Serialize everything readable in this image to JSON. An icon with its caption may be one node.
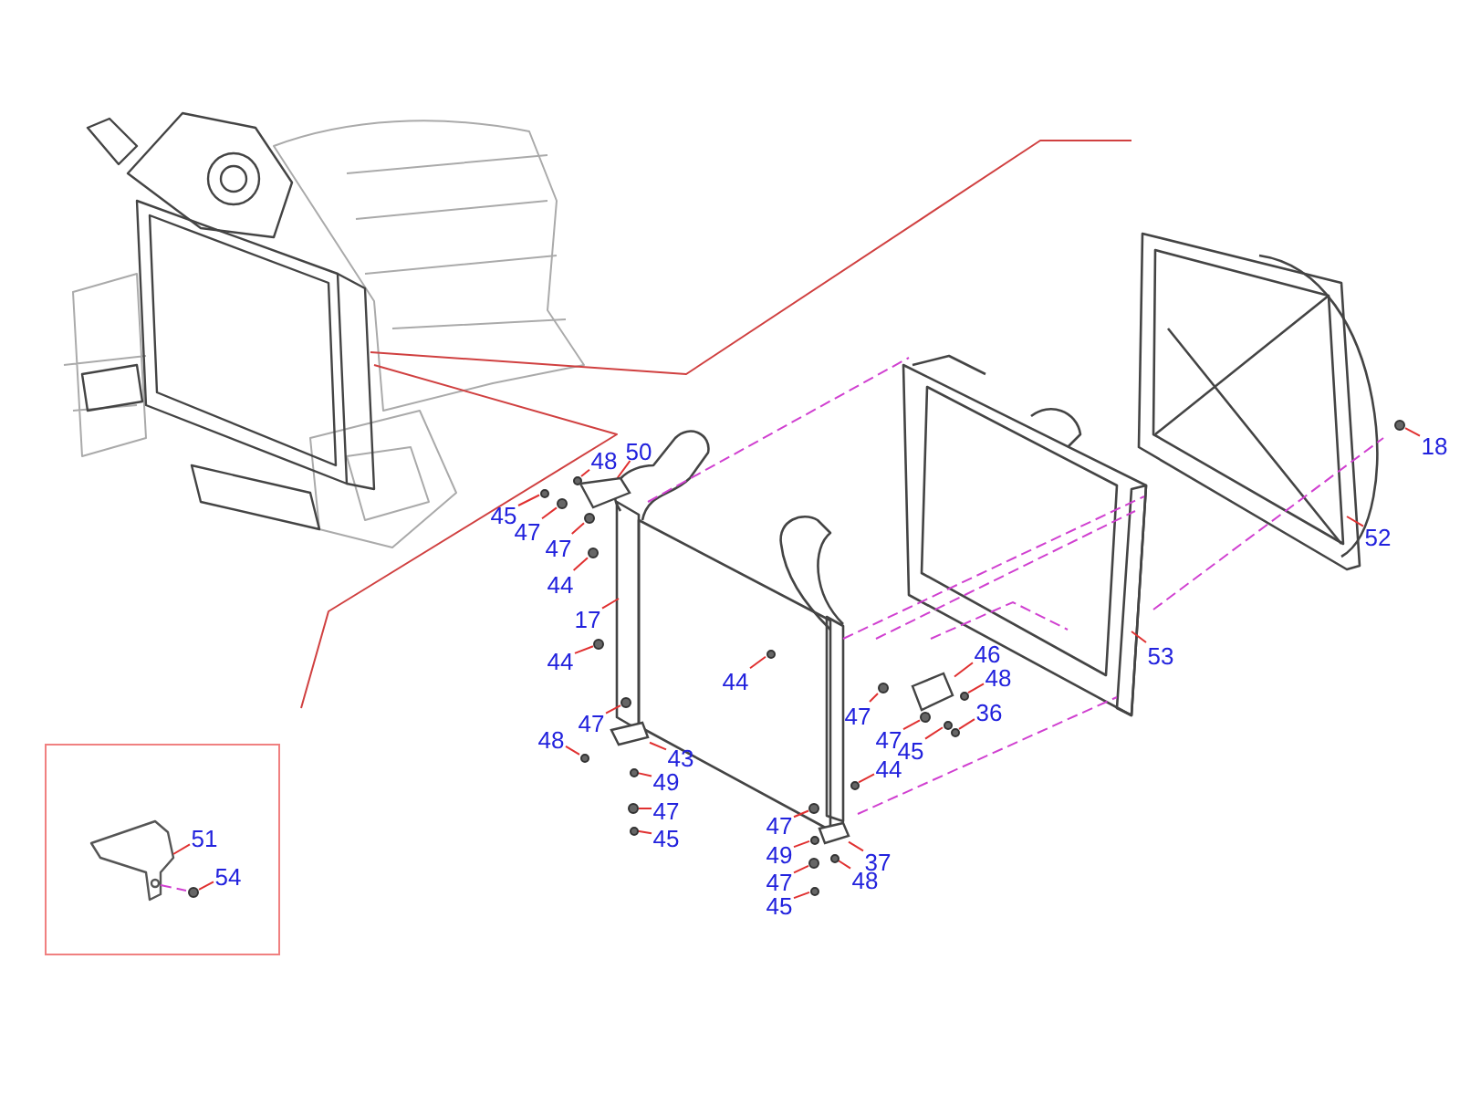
{
  "diagram": {
    "nodes": [
      {
        "text": [
          "48"
        ]
      },
      {
        "text": [
          "50"
        ]
      },
      {
        "text": [
          "45"
        ]
      },
      {
        "text": [
          "47"
        ]
      },
      {
        "text": [
          "47"
        ]
      },
      {
        "text": [
          "44"
        ]
      },
      {
        "text": [
          "17"
        ]
      },
      {
        "text": [
          "44"
        ]
      },
      {
        "text": [
          "44"
        ]
      },
      {
        "text": [
          "47"
        ]
      },
      {
        "text": [
          "46"
        ]
      },
      {
        "text": [
          "48"
        ]
      },
      {
        "text": [
          "47"
        ]
      },
      {
        "text": [
          "45"
        ]
      },
      {
        "text": [
          "36"
        ]
      },
      {
        "text": [
          "48"
        ]
      },
      {
        "text": [
          "47"
        ]
      },
      {
        "text": [
          "43"
        ]
      },
      {
        "text": [
          "49"
        ]
      },
      {
        "text": [
          "44"
        ]
      },
      {
        "text": [
          "47"
        ]
      },
      {
        "text": [
          "45"
        ]
      },
      {
        "text": [
          "47"
        ]
      },
      {
        "text": [
          "37"
        ]
      },
      {
        "text": [
          "49"
        ]
      },
      {
        "text": [
          "48"
        ]
      },
      {
        "text": [
          "47"
        ]
      },
      {
        "text": [
          "45"
        ]
      },
      {
        "text": [
          "18"
        ]
      },
      {
        "text": [
          "52"
        ]
      },
      {
        "text": [
          "53"
        ]
      },
      {
        "text": [
          "51"
        ]
      },
      {
        "text": [
          "54"
        ]
      },
      {
        "text": [],
        "shape": "circle"
      },
      {
        "text": [],
        "shape": "picture"
      },
      {
        "text": [],
        "shape": "circle"
      },
      {
        "text": [],
        "shape": "circle"
      },
      {
        "text": [],
        "shape": "circle"
      },
      {
        "text": [],
        "shape": "circle"
      },
      {
        "text": [],
        "shape": "circle"
      },
      {
        "text": [],
        "shape": "circle"
      },
      {
        "text": [],
        "shape": "circle"
      },
      {
        "text": [],
        "shape": "picture"
      },
      {
        "text": [],
        "shape": "circle"
      },
      {
        "text": [],
        "shape": "circle"
      },
      {
        "text": [],
        "shape": "circle"
      },
      {
        "text": [],
        "shape": "circle"
      },
      {
        "text": [],
        "shape": "circle"
      },
      {
        "text": [],
        "shape": "circle"
      },
      {
        "text": [],
        "shape": "picture"
      },
      {
        "text": [],
        "shape": "circle"
      },
      {
        "text": [],
        "shape": "circle"
      },
      {
        "text": [],
        "shape": "circle"
      },
      {
        "text": [],
        "shape": "circle"
      },
      {
        "text": [],
        "shape": "circle"
      },
      {
        "text": [],
        "shape": "picture"
      },
      {
        "text": [],
        "shape": "circle"
      },
      {
        "text": [],
        "shape": "circle"
      },
      {
        "text": [],
        "shape": "circle"
      },
      {
        "text": [],
        "shape": "circle"
      },
      {
        "text": [],
        "shape": "circle"
      },
      {
        "text": [],
        "shape": "circle"
      }
    ],
    "edges": [
      {
        "from": 0,
        "to": 33,
        "arrow": "none"
      },
      {
        "from": 1,
        "to": 34,
        "arrow": "none"
      },
      {
        "from": 2,
        "to": 35,
        "arrow": "none"
      },
      {
        "from": 3,
        "to": 36,
        "arrow": "none"
      },
      {
        "from": 4,
        "to": 37,
        "arrow": "none"
      },
      {
        "from": 5,
        "to": 38,
        "arrow": "none"
      },
      {
        "from": 6,
        "to": null,
        "arrow": "none"
      },
      {
        "from": 7,
        "to": 39,
        "arrow": "none"
      },
      {
        "from": 8,
        "to": 40,
        "arrow": "none"
      },
      {
        "from": 9,
        "to": 41,
        "arrow": "none"
      },
      {
        "from": 10,
        "to": 42,
        "arrow": "none"
      },
      {
        "from": 11,
        "to": 43,
        "arrow": "none"
      },
      {
        "from": 12,
        "to": 44,
        "arrow": "none"
      },
      {
        "from": 13,
        "to": 45,
        "arrow": "none"
      },
      {
        "from": 14,
        "to": 46,
        "arrow": "none"
      },
      {
        "from": 15,
        "to": 47,
        "arrow": "none"
      },
      {
        "from": 16,
        "to": 48,
        "arrow": "none"
      },
      {
        "from": 17,
        "to": 49,
        "arrow": "none"
      },
      {
        "from": 18,
        "to": 50,
        "arrow": "none"
      },
      {
        "from": 19,
        "to": 51,
        "arrow": "none"
      },
      {
        "from": 20,
        "to": 52,
        "arrow": "none"
      },
      {
        "from": 21,
        "to": 53,
        "arrow": "none"
      },
      {
        "from": 22,
        "to": 54,
        "arrow": "none"
      },
      {
        "from": 23,
        "to": 55,
        "arrow": "none"
      },
      {
        "from": 24,
        "to": 56,
        "arrow": "none"
      },
      {
        "from": 25,
        "to": 57,
        "arrow": "none"
      },
      {
        "from": 26,
        "to": 58,
        "arrow": "none"
      },
      {
        "from": 27,
        "to": 59,
        "arrow": "none"
      },
      {
        "from": 28,
        "to": 60,
        "arrow": "none"
      },
      {
        "from": 29,
        "to": null,
        "arrow": "none"
      },
      {
        "from": 30,
        "to": null,
        "arrow": "none"
      },
      {
        "from": 31,
        "to": null,
        "arrow": "none"
      },
      {
        "from": 32,
        "to": 61,
        "arrow": "none"
      }
    ]
  }
}
